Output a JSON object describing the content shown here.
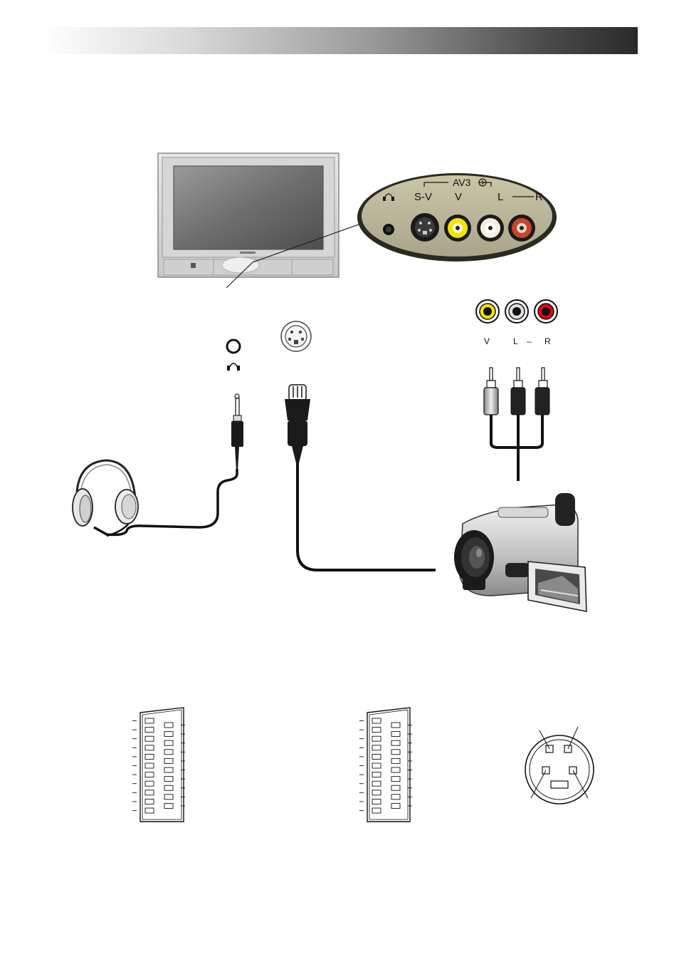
{
  "panel_labels": {
    "group": "AV3",
    "svideo": "S-V",
    "video": "V",
    "left": "L",
    "right": "R"
  },
  "plug_labels": {
    "video": "V",
    "left": "L",
    "dash": "–",
    "right": "R"
  },
  "colors": {
    "video_jack": "#f3e600",
    "left_jack": "#e8e8e8",
    "right_jack": "#e4001b"
  },
  "icons": [
    "headphone-icon",
    "av-input-icon"
  ]
}
